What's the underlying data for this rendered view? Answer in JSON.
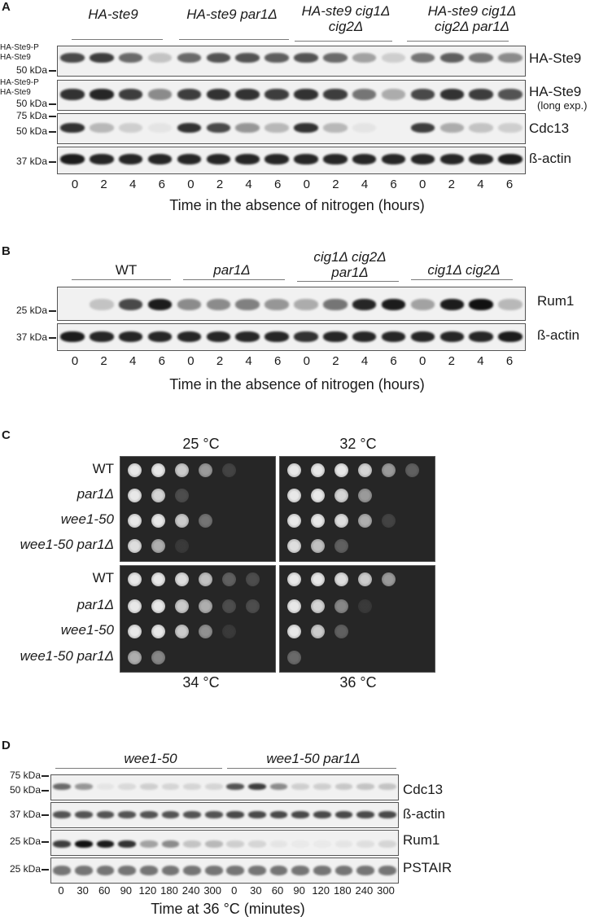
{
  "panel_a": {
    "letter": "A",
    "groups": [
      "HA-ste9",
      "HA-ste9 par1Δ",
      "HA-ste9 cig1Δ cig2Δ",
      "HA-ste9 cig1Δ cig2Δ par1Δ"
    ],
    "group_lines": [
      [
        "HA-ste9"
      ],
      [
        "HA-ste9 par1Δ"
      ],
      [
        "HA-ste9 cig1Δ",
        "cig2Δ"
      ],
      [
        "HA-ste9 cig1Δ",
        "cig2Δ par1Δ"
      ]
    ],
    "markers": {
      "ste9_p": "HA-Ste9-P",
      "ste9": "HA-Ste9",
      "kda50": "50 kDa",
      "kda75": "75 kDa",
      "kda50b": "50 kDa",
      "kda37": "37 kDa"
    },
    "blot_labels": {
      "b1": "HA-Ste9",
      "b2": "HA-Ste9",
      "b2_sub": "(long exp.)",
      "b3": "Cdc13",
      "b4": "ß-actin"
    },
    "timepoints": [
      "0",
      "2",
      "4",
      "6",
      "0",
      "2",
      "4",
      "6",
      "0",
      "2",
      "4",
      "6",
      "0",
      "2",
      "4",
      "6"
    ],
    "xtitle": "Time in the absence of nitrogen (hours)"
  },
  "panel_b": {
    "letter": "B",
    "groups": [
      "WT",
      "par1Δ",
      "cig1Δ cig2Δ par1Δ",
      "cig1Δ cig2Δ"
    ],
    "group_lines": [
      [
        "WT"
      ],
      [
        "par1Δ"
      ],
      [
        "cig1Δ cig2Δ",
        "par1Δ"
      ],
      [
        "cig1Δ cig2Δ"
      ]
    ],
    "markers": {
      "kda25": "25 kDa",
      "kda37": "37 kDa"
    },
    "blot_labels": {
      "b1": "Rum1",
      "b2": "ß-actin"
    },
    "timepoints": [
      "0",
      "2",
      "4",
      "6",
      "0",
      "2",
      "4",
      "6",
      "0",
      "2",
      "4",
      "6",
      "0",
      "2",
      "4",
      "6"
    ],
    "xtitle": "Time in the absence of nitrogen (hours)"
  },
  "panel_c": {
    "letter": "C",
    "temps": {
      "t25": "25 °C",
      "t32": "32 °C",
      "t34": "34 °C",
      "t36": "36 °C"
    },
    "strains_top": [
      "WT",
      "par1Δ",
      "wee1-50",
      "wee1-50 par1Δ"
    ],
    "strains_bottom": [
      "WT",
      "par1Δ",
      "wee1-50",
      "wee1-50 par1Δ"
    ]
  },
  "panel_d": {
    "letter": "D",
    "groups": [
      "wee1-50",
      "wee1-50 par1Δ"
    ],
    "markers": {
      "kda75": "75 kDa",
      "kda50": "50 kDa",
      "kda37": "37 kDa",
      "kda25": "25 kDa",
      "kda25b": "25 kDa"
    },
    "blot_labels": {
      "b1": "Cdc13",
      "b2": "ß-actin",
      "b3": "Rum1",
      "b4": "PSTAIR"
    },
    "timepoints": [
      "0",
      "30",
      "60",
      "90",
      "120",
      "180",
      "240",
      "300",
      "0",
      "30",
      "60",
      "90",
      "120",
      "180",
      "240",
      "300"
    ],
    "xtitle": "Time at 36 °C (minutes)"
  },
  "colors": {
    "band": "#111111",
    "plate": "#262626",
    "spot": "#d9d9d9"
  }
}
